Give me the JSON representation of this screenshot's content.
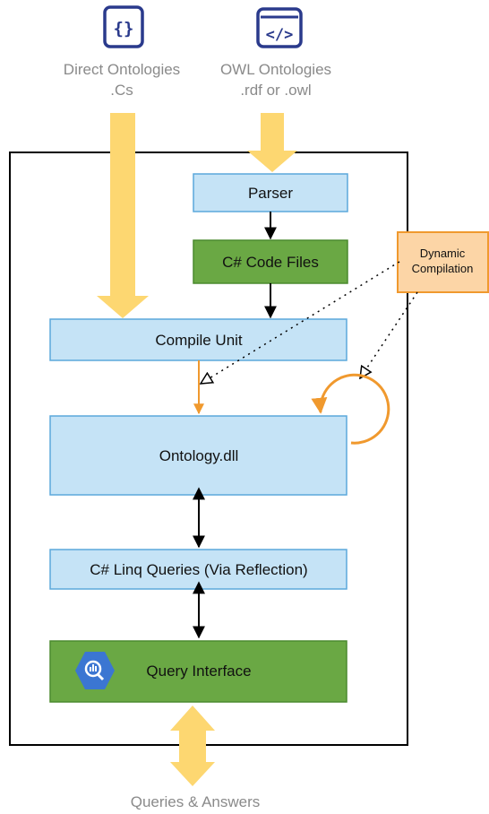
{
  "colors": {
    "box_blue_fill": "#c5e3f6",
    "box_blue_stroke": "#5ba8db",
    "box_green_fill": "#6aa844",
    "box_green_stroke": "#4b8a2e",
    "flow_arrow_fill": "#fdd771",
    "orange_accent": "#f0992e",
    "dynamic_box_fill": "#fcd5a6",
    "icon_navy": "#2a3a8c",
    "query_hex": "#3b76d2",
    "source_label_gray": "#8a8a8a",
    "frame_black": "#000000"
  },
  "inputs": {
    "direct": {
      "icon": "curly-braces-icon",
      "icon_text": "{}",
      "line1": "Direct Ontologies",
      "line2": ".Cs"
    },
    "owl": {
      "icon": "code-tag-icon",
      "icon_text": "</>",
      "line1": "OWL Ontologies",
      "line2": ".rdf or .owl"
    }
  },
  "boxes": {
    "parser": "Parser",
    "code_files": "C# Code Files",
    "compile_unit": "Compile Unit",
    "ontology_dll": "Ontology.dll",
    "linq_queries": "C# Linq Queries (Via Reflection)",
    "query_interface": "Query Interface"
  },
  "dynamic_compilation": {
    "line1": "Dynamic",
    "line2": "Compilation"
  },
  "output": {
    "label": "Queries & Answers"
  },
  "query_icon": {
    "name": "bigquery-icon"
  }
}
